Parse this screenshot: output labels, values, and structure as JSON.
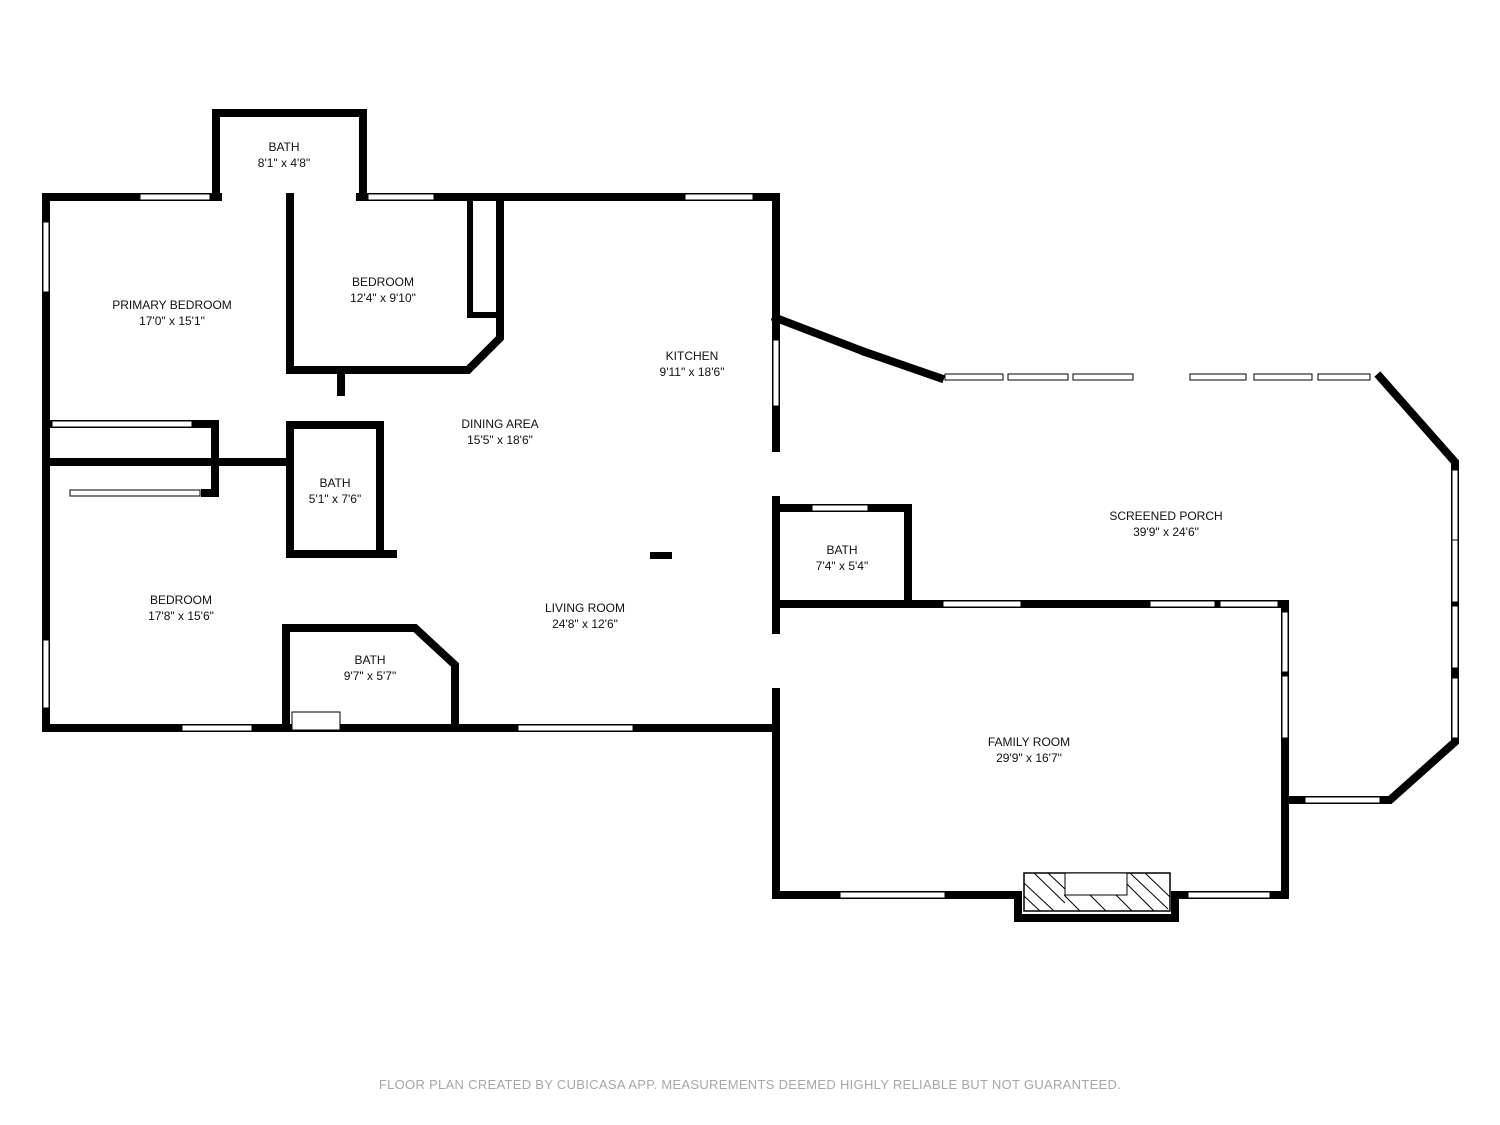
{
  "rooms": {
    "bath_top": {
      "name": "BATH",
      "dim": "8'1\" x 4'8\""
    },
    "primary_bedroom": {
      "name": "PRIMARY BEDROOM",
      "dim": "17'0\" x 15'1\""
    },
    "bedroom_2": {
      "name": "BEDROOM",
      "dim": "12'4\" x 9'10\""
    },
    "kitchen": {
      "name": "KITCHEN",
      "dim": "9'11\" x 18'6\""
    },
    "dining_area": {
      "name": "DINING AREA",
      "dim": "15'5\" x 18'6\""
    },
    "bath_mid": {
      "name": "BATH",
      "dim": "5'1\" x 7'6\""
    },
    "bedroom_3": {
      "name": "BEDROOM",
      "dim": "17'8\" x 15'6\""
    },
    "living_room": {
      "name": "LIVING ROOM",
      "dim": "24'8\" x 12'6\""
    },
    "bath_lower": {
      "name": "BATH",
      "dim": "9'7\" x 5'7\""
    },
    "bath_porch": {
      "name": "BATH",
      "dim": "7'4\" x 5'4\""
    },
    "screened_porch": {
      "name": "SCREENED PORCH",
      "dim": "39'9\" x 24'6\""
    },
    "family_room": {
      "name": "FAMILY ROOM",
      "dim": "29'9\" x 16'7\""
    }
  },
  "footer": "FLOOR PLAN CREATED BY CUBICASA APP. MEASUREMENTS DEEMED HIGHLY RELIABLE BUT NOT GUARANTEED."
}
